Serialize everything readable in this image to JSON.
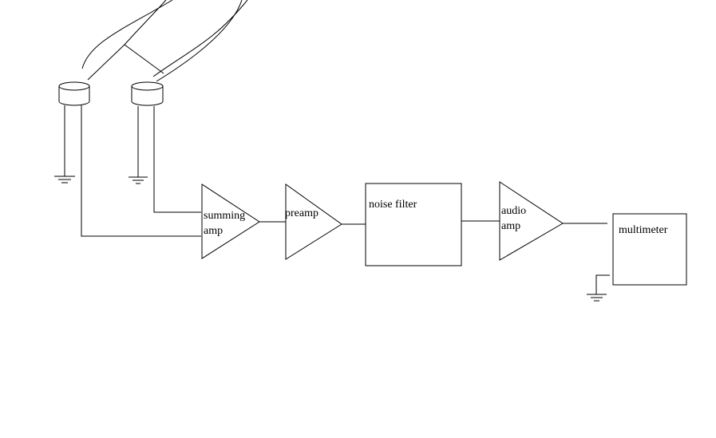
{
  "diagram": {
    "line_color": "#000000",
    "background_color": "#ffffff",
    "blocks": {
      "summing_amp": {
        "line1": "summing",
        "line2": "amp"
      },
      "preamp": {
        "label": "preamp"
      },
      "noise_filter": {
        "label": "noise filter"
      },
      "audio_amp": {
        "line1": "audio",
        "line2": "amp"
      },
      "multimeter": {
        "label": "multimeter"
      }
    },
    "microphones": [
      "microphone-icon",
      "microphone-icon"
    ],
    "grounds": [
      "ground-icon",
      "ground-icon",
      "ground-icon"
    ]
  }
}
